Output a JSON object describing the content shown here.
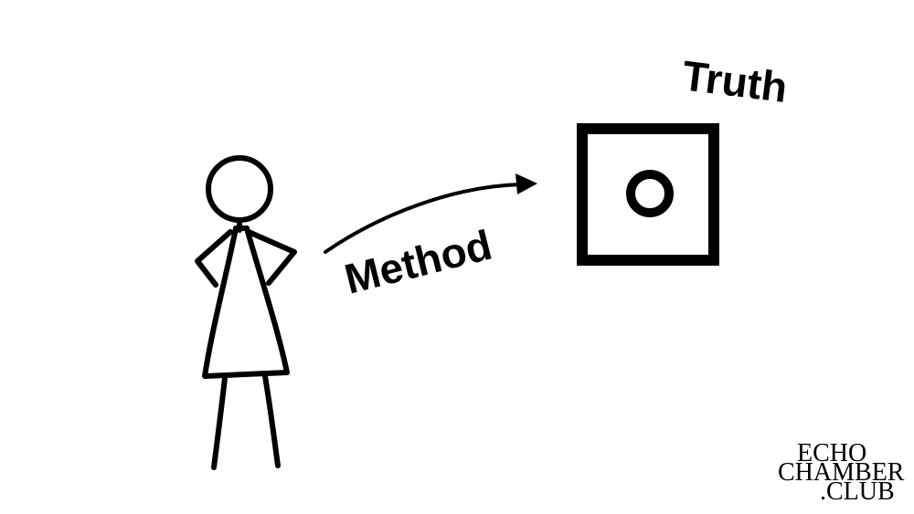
{
  "labels": {
    "method": "Method",
    "truth": "Truth"
  },
  "brand": {
    "line1": "ECHO",
    "line2": "CHAMBER",
    "line3": ".CLUB"
  },
  "colors": {
    "ink": "#000000",
    "background": "#ffffff"
  },
  "icons": {
    "person": "stick-figure-person-icon",
    "target": "square-target-icon"
  }
}
